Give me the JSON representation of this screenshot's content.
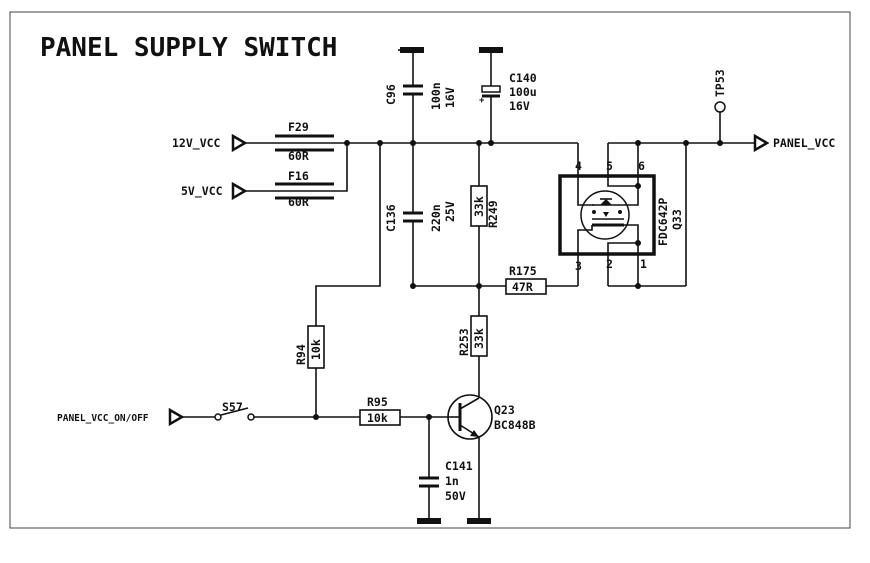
{
  "title": "PANEL SUPPLY SWITCH",
  "nets": {
    "in12": "12V_VCC",
    "in5": "5V_VCC",
    "out": "PANEL_VCC",
    "ctrl": "PANEL_VCC_ON/OFF"
  },
  "components": {
    "f29": {
      "ref": "F29",
      "value": "60R"
    },
    "f16": {
      "ref": "F16",
      "value": "60R"
    },
    "c96": {
      "ref": "C96",
      "value": "100n",
      "voltage": "16V"
    },
    "c140": {
      "ref": "C140",
      "value": "100u",
      "voltage": "16V"
    },
    "tp53": {
      "ref": "TP53"
    },
    "c136": {
      "ref": "C136",
      "value": "220n",
      "voltage": "25V"
    },
    "r249": {
      "ref": "R249",
      "value": "33k"
    },
    "r175": {
      "ref": "R175",
      "value": "47R"
    },
    "q33": {
      "ref": "Q33",
      "part": "FDC642P",
      "pins": [
        "4",
        "5",
        "6",
        "3",
        "2",
        "1"
      ]
    },
    "r253": {
      "ref": "R253",
      "value": "33k"
    },
    "r94": {
      "ref": "R94",
      "value": "10k"
    },
    "s57": {
      "ref": "S57"
    },
    "r95": {
      "ref": "R95",
      "value": "10k"
    },
    "q23": {
      "ref": "Q23",
      "part": "BC848B"
    },
    "c141": {
      "ref": "C141",
      "value": "1n",
      "voltage": "50V"
    }
  }
}
